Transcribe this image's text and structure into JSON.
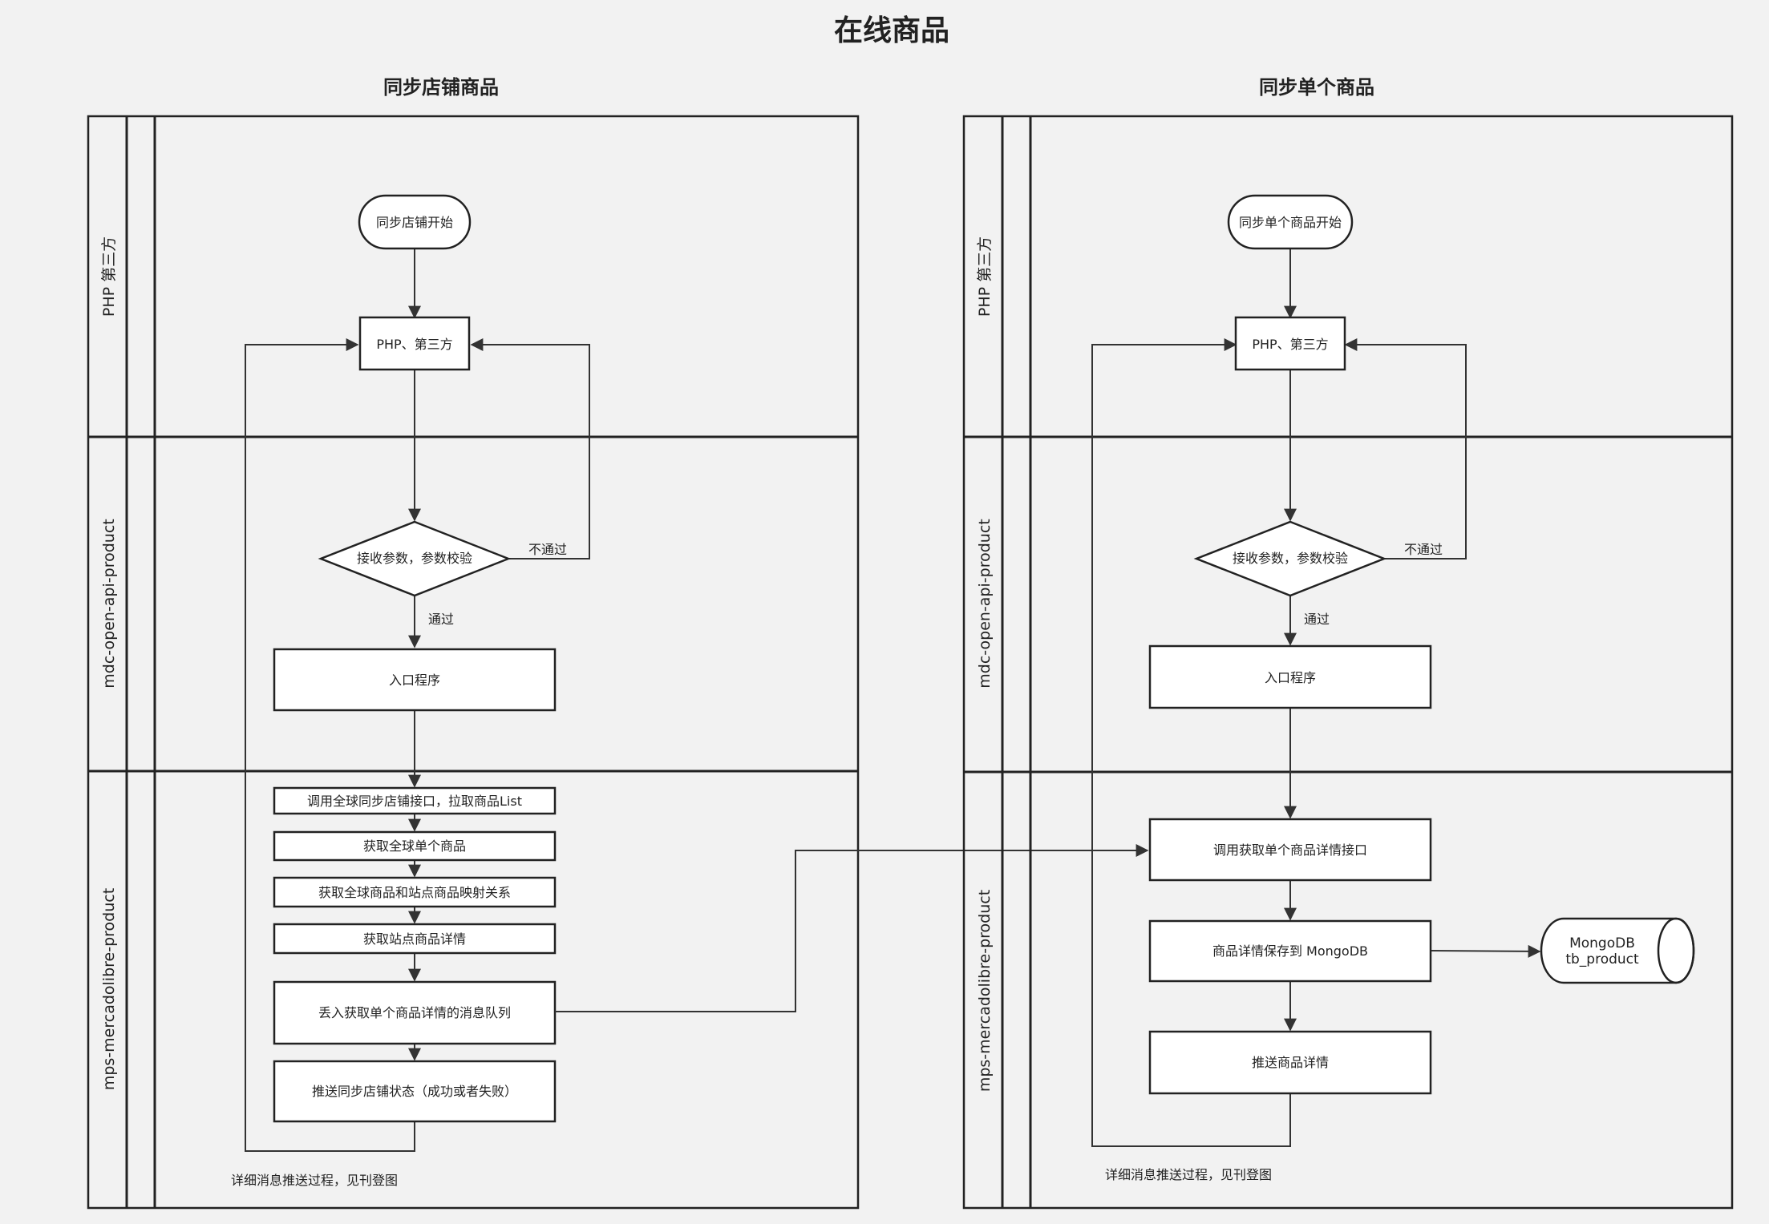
{
  "title": "在线商品",
  "left": {
    "subtitle": "同步店铺商品",
    "lanes": [
      "PHP 第三方",
      "mdc-open-api-product",
      "mps-mercadolibre-product"
    ],
    "start": "同步店铺开始",
    "php": "PHP、第三方",
    "check": "接收参数，参数校验",
    "fail_label": "不通过",
    "pass_label": "通过",
    "entry": "入口程序",
    "steps": [
      "调用全球同步店铺接口，拉取商品List",
      "获取全球单个商品",
      "获取全球商品和站点商品映射关系",
      "获取站点商品详情",
      "丢入获取单个商品详情的消息队列",
      "推送同步店铺状态（成功或者失败）"
    ],
    "note": "详细消息推送过程，见刊登图"
  },
  "right": {
    "subtitle": "同步单个商品",
    "lanes": [
      "PHP 第三方",
      "mdc-open-api-product",
      "mps-mercadolibre-product"
    ],
    "start": "同步单个商品开始",
    "php": "PHP、第三方",
    "check": "接收参数，参数校验",
    "fail_label": "不通过",
    "pass_label": "通过",
    "entry": "入口程序",
    "steps": [
      "调用获取单个商品详情接口",
      "商品详情保存到 MongoDB",
      "推送商品详情"
    ],
    "db": [
      "MongoDB",
      "tb_product"
    ],
    "note": "详细消息推送过程，见刊登图"
  }
}
